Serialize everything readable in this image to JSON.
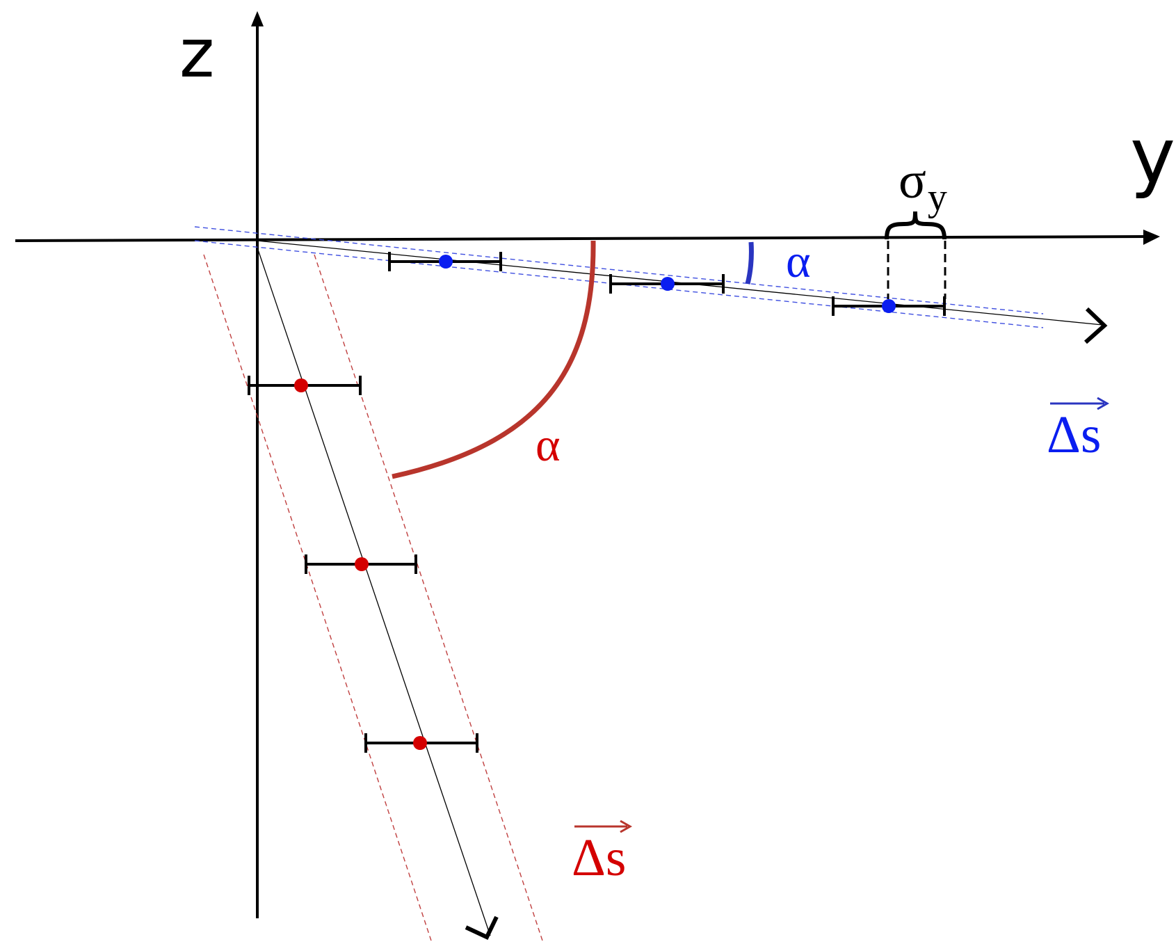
{
  "axes": {
    "z_label": "z",
    "y_label": "y"
  },
  "annotations": {
    "sigma_main": "σ",
    "sigma_sub": "y",
    "alpha_blue": "α",
    "alpha_red": "α",
    "delta_s_blue": "Δs",
    "delta_s_red": "Δs"
  },
  "colors": {
    "axis": "#000000",
    "blue_accent": "#0a1ef0",
    "blue_arc": "#2a35c0",
    "red_accent": "#d40000",
    "red_arc": "#b8352c",
    "blue_dashed": "#3f4fe0",
    "red_dashed": "#c04040"
  }
}
